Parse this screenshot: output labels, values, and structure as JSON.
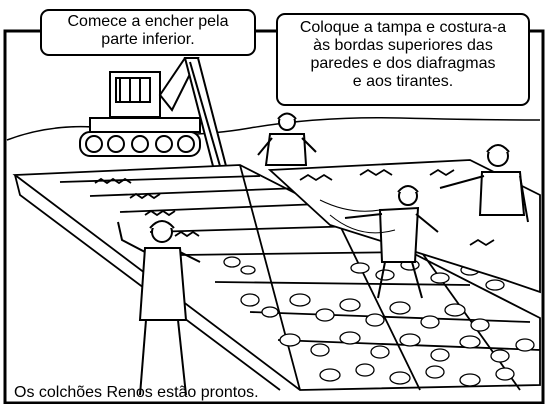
{
  "callouts": {
    "fill_bottom": {
      "lines": [
        "Comece a encher pela",
        "parte inferior."
      ]
    },
    "lid_seam": {
      "lines": [
        "Coloque a tampa e costura-a",
        "às bordas superiores das",
        "paredes e dos diafragmas",
        "e aos tirantes."
      ]
    }
  },
  "caption": "Os colchões Renos estão prontos.",
  "scene": {
    "excavator-icon": "excavator filling mattress with stones",
    "worker-icon": "construction worker in hard hat",
    "stone-fill-icon": "stone-filled gabion mattress cells",
    "mattress-lid-icon": "wire mesh lid panel"
  }
}
